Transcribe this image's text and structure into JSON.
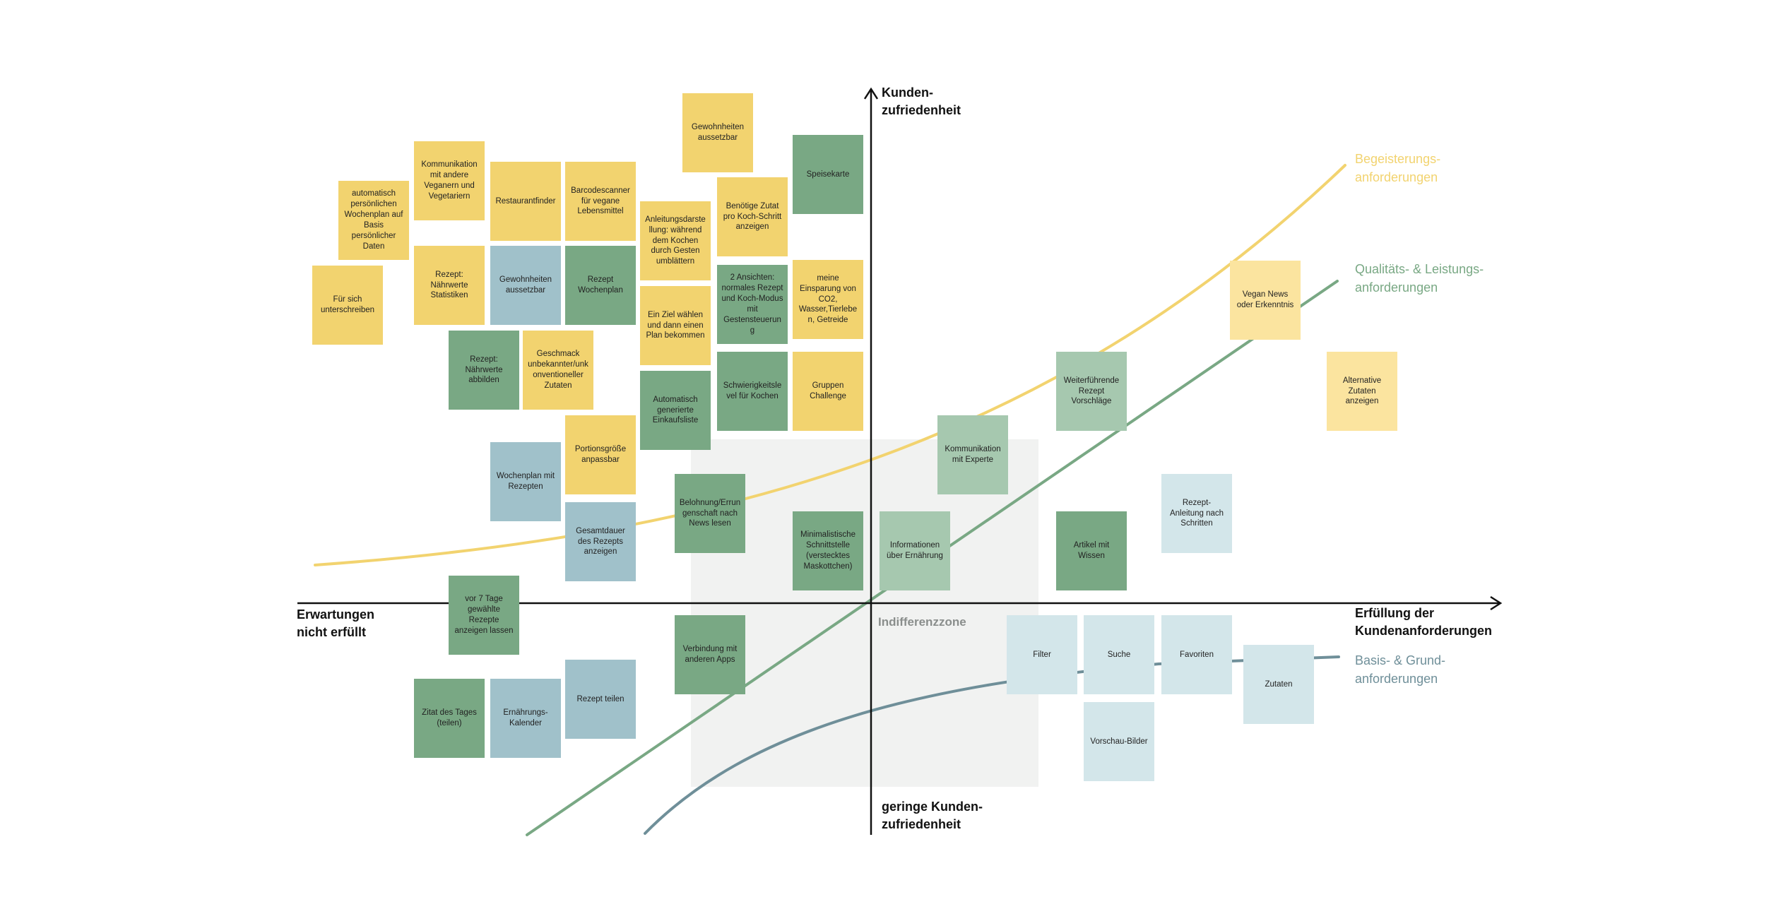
{
  "axes": {
    "y_top": "Kunden-\nzufriedenheit",
    "y_bottom": "geringe Kunden-\nzufriedenheit",
    "x_left": "Erwartungen\nnicht erfüllt",
    "x_right": "Erfüllung der\nKundenanforderungen"
  },
  "zone_label": "Indifferenzzone",
  "curve_labels": [
    {
      "id": "begeisterung",
      "text": "Begeisterungs-\nanforderungen",
      "color": "#f2d36f"
    },
    {
      "id": "qualitaet",
      "text": "Qualitäts- & Leistungs-\nanforderungen",
      "color": "#79a884"
    },
    {
      "id": "basis",
      "text": "Basis- & Grund-\nanforderungen",
      "color": "#6f8f99"
    }
  ],
  "colors": {
    "yellow": "#f2d36f",
    "lightyellow": "#fbe49f",
    "green": "#79a884",
    "lightgreen": "#a6c8af",
    "blue": "#a0c1ca",
    "lightblue": "#d3e6ea",
    "zone": "#f1f2f1",
    "axis": "#111111"
  },
  "notes": [
    {
      "text": "Gewohnheiten aussetzbar",
      "color": "yellow"
    },
    {
      "text": "Speisekarte",
      "color": "green"
    },
    {
      "text": "Kommunikation mit andere Veganern und Vegetariern",
      "color": "yellow"
    },
    {
      "text": "Restaurantfinder",
      "color": "yellow"
    },
    {
      "text": "Barcodescanner für vegane Lebensmittel",
      "color": "yellow"
    },
    {
      "text": "Benötige Zutat pro Koch-Schritt anzeigen",
      "color": "yellow"
    },
    {
      "text": "automatisch persönlichen Wochenplan auf Basis persönlicher Daten",
      "color": "yellow"
    },
    {
      "text": "Anleitungsdarstellung: während dem Kochen durch Gesten umblättern",
      "color": "yellow"
    },
    {
      "text": "Rezept: Nährwerte Statistiken",
      "color": "yellow"
    },
    {
      "text": "Gewohnheiten aussetzbar",
      "color": "blue"
    },
    {
      "text": "Rezept Wochenplan",
      "color": "green"
    },
    {
      "text": "2 Ansichten: normales Rezept und Koch-Modus mit Gestensteuerung",
      "color": "green"
    },
    {
      "text": "meine Einsparung von CO2, Wasser,Tierleben, Getreide",
      "color": "yellow"
    },
    {
      "text": "Für sich unterschreiben",
      "color": "yellow"
    },
    {
      "text": "Ein Ziel wählen und dann einen Plan bekommen",
      "color": "yellow"
    },
    {
      "text": "Rezept: Nährwerte abbilden",
      "color": "green"
    },
    {
      "text": "Geschmack unbekannter/unkonventioneller Zutaten",
      "color": "yellow"
    },
    {
      "text": "Schwierigkeitslevel für Kochen",
      "color": "green"
    },
    {
      "text": "Gruppen Challenge",
      "color": "yellow"
    },
    {
      "text": "Automatisch generierte Einkaufsliste",
      "color": "green"
    },
    {
      "text": "Portionsgröße anpassbar",
      "color": "yellow"
    },
    {
      "text": "Wochenplan mit Rezepten",
      "color": "blue"
    },
    {
      "text": "Belohnung/Errungenschaft nach News lesen",
      "color": "green"
    },
    {
      "text": "Gesamtdauer des Rezepts anzeigen",
      "color": "blue"
    },
    {
      "text": "Minimalistische Schnittstelle (verstecktes Maskottchen)",
      "color": "green"
    },
    {
      "text": "Informationen über Ernährung",
      "color": "lightgreen"
    },
    {
      "text": "Kommunikation mit Experte",
      "color": "lightgreen"
    },
    {
      "text": "Weiterführende Rezept Vorschläge",
      "color": "lightgreen"
    },
    {
      "text": "Vegan News oder Erkenntnis",
      "color": "lightyellow"
    },
    {
      "text": "Alternative Zutaten anzeigen",
      "color": "lightyellow"
    },
    {
      "text": "Rezept-Anleitung nach Schritten",
      "color": "lightblue"
    },
    {
      "text": "Artikel mit Wissen",
      "color": "green"
    },
    {
      "text": "vor 7 Tage gewählte Rezepte anzeigen lassen",
      "color": "green"
    },
    {
      "text": "Verbindung mit anderen Apps",
      "color": "green"
    },
    {
      "text": "Rezept teilen",
      "color": "blue"
    },
    {
      "text": "Zitat des Tages (teilen)",
      "color": "green"
    },
    {
      "text": "Ernährungs-Kalender",
      "color": "blue"
    },
    {
      "text": "Filter",
      "color": "lightblue"
    },
    {
      "text": "Suche",
      "color": "lightblue"
    },
    {
      "text": "Favoriten",
      "color": "lightblue"
    },
    {
      "text": "Zutaten",
      "color": "lightblue"
    },
    {
      "text": "Vorschau-Bilder",
      "color": "lightblue"
    }
  ]
}
